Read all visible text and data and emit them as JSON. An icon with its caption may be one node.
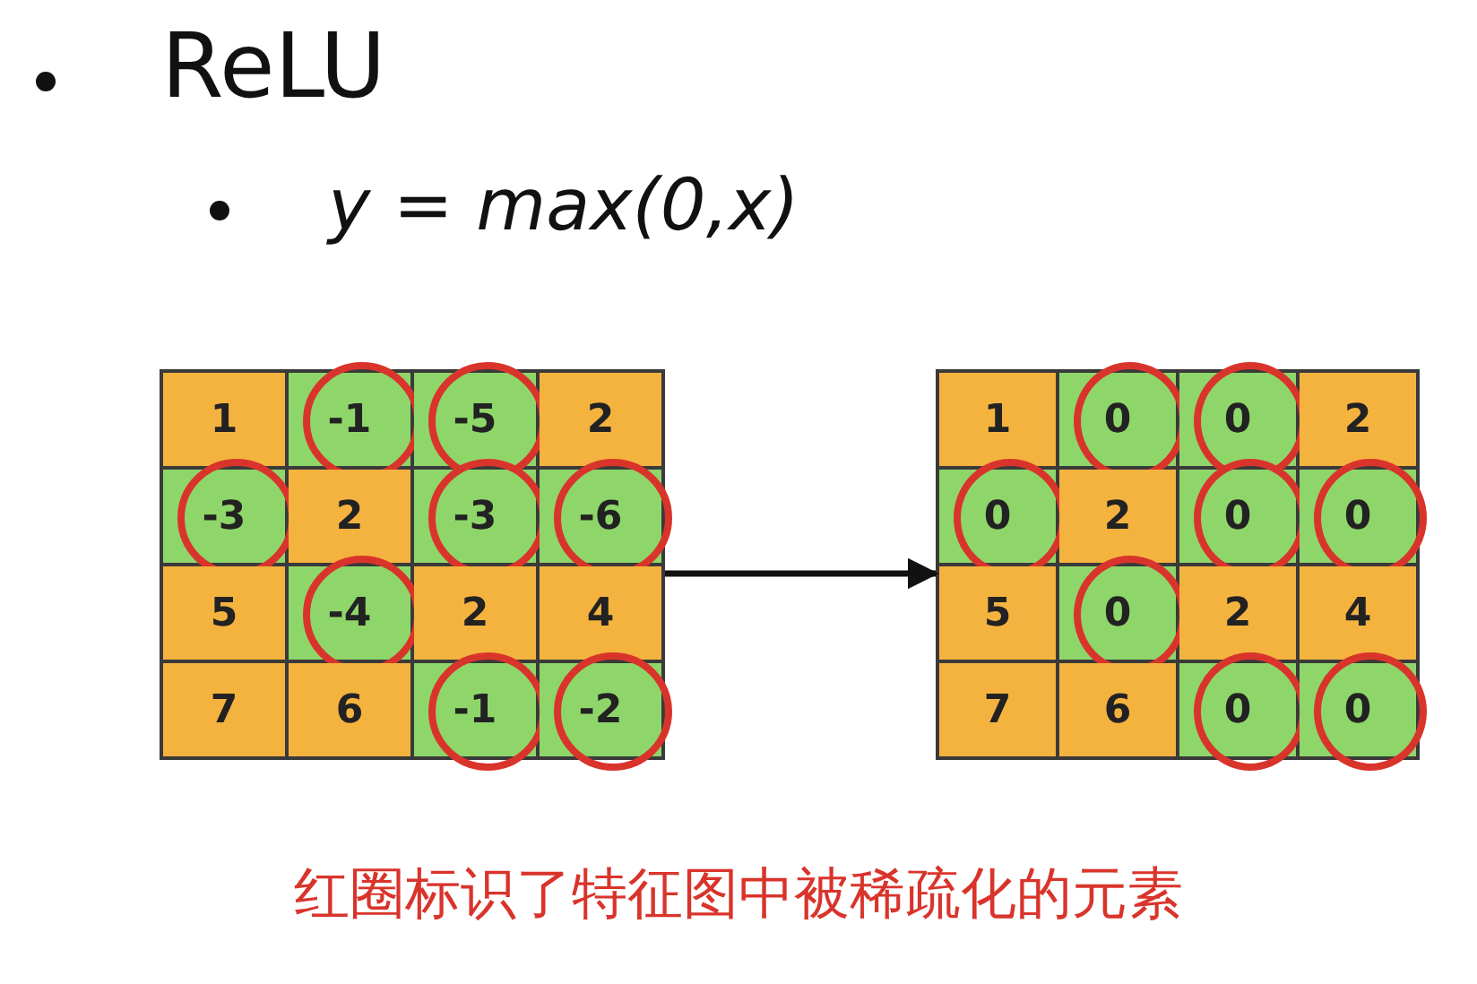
{
  "diagram": {
    "title": "ReLU",
    "caption": "红圈标识了特征图中被稀疏化的元素",
    "nodes": [
      {
        "text": [],
        "shape": "box"
      },
      {
        "text": [
          "1"
        ],
        "in": 0
      },
      {
        "text": [
          "-1"
        ],
        "in": 0
      },
      {
        "text": [
          "-5"
        ],
        "in": 0
      },
      {
        "text": [
          "2"
        ],
        "in": 0
      },
      {
        "text": [
          "-3"
        ],
        "in": 0
      },
      {
        "text": [
          "2"
        ],
        "in": 0
      },
      {
        "text": [
          "-3"
        ],
        "in": 0
      },
      {
        "text": [
          "-6"
        ],
        "in": 0
      },
      {
        "text": [
          "5"
        ],
        "in": 0
      },
      {
        "text": [
          "-4"
        ],
        "in": 0
      },
      {
        "text": [
          "2"
        ],
        "in": 0
      },
      {
        "text": [
          "4"
        ],
        "in": 0
      },
      {
        "text": [
          "7"
        ],
        "in": 0
      },
      {
        "text": [
          "6"
        ],
        "in": 0
      },
      {
        "text": [
          "-1"
        ],
        "in": 0
      },
      {
        "text": [
          "-2"
        ],
        "in": 0
      },
      {
        "text": [],
        "shape": "box"
      },
      {
        "text": [
          "1"
        ],
        "in": 17
      },
      {
        "text": [
          "0"
        ],
        "in": 17
      },
      {
        "text": [
          "0"
        ],
        "in": 17
      },
      {
        "text": [
          "2"
        ],
        "in": 17
      },
      {
        "text": [
          "0"
        ],
        "in": 17
      },
      {
        "text": [
          "2"
        ],
        "in": 17
      },
      {
        "text": [
          "0"
        ],
        "in": 17
      },
      {
        "text": [
          "0"
        ],
        "in": 17
      },
      {
        "text": [
          "5"
        ],
        "in": 17
      },
      {
        "text": [
          "0"
        ],
        "in": 17
      },
      {
        "text": [
          "2"
        ],
        "in": 17
      },
      {
        "text": [
          "4"
        ],
        "in": 17
      },
      {
        "text": [
          "7"
        ],
        "in": 17
      },
      {
        "text": [
          "6"
        ],
        "in": 17
      },
      {
        "text": [
          "0"
        ],
        "in": 17
      },
      {
        "text": [
          "0"
        ],
        "in": 17
      }
    ],
    "edges": [
      {
        "from": 0,
        "to": 17,
        "arrow": "to"
      }
    ],
    "labels": [
      "y = max(0,x)"
    ]
  }
}
